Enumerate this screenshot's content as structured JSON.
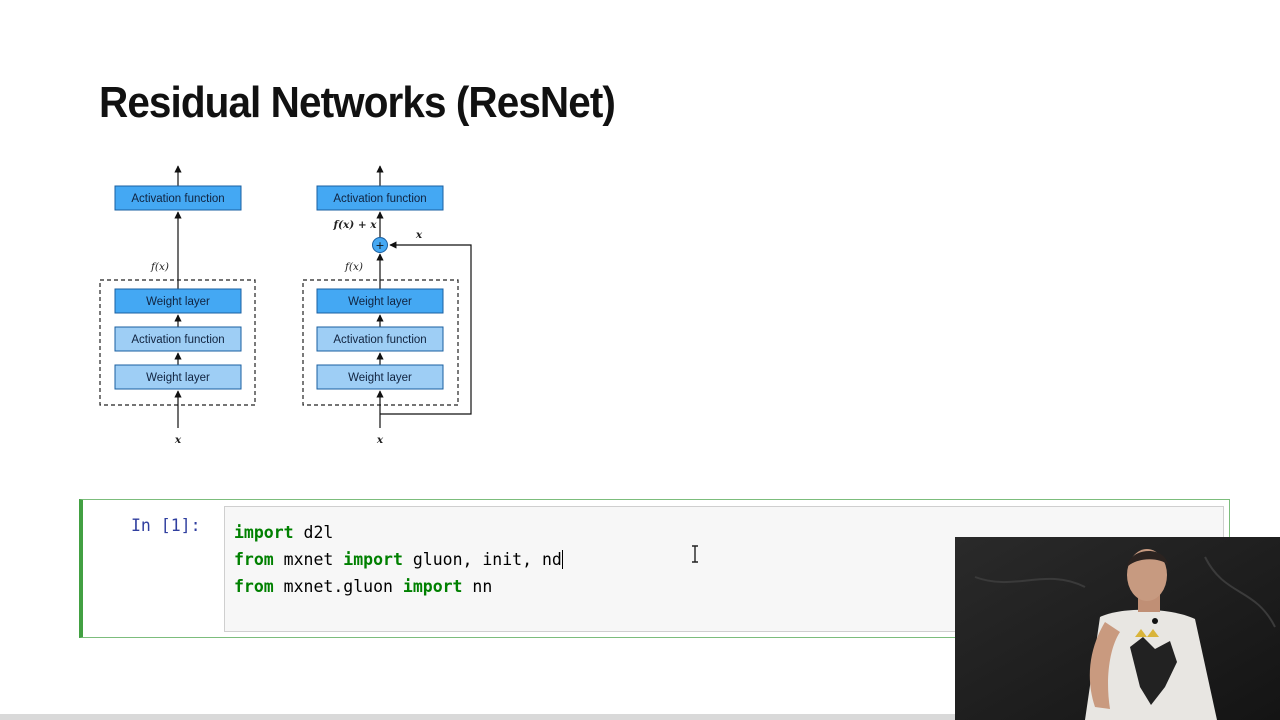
{
  "slide": {
    "title": "Residual Networks (ResNet)"
  },
  "diagram": {
    "activation_label": "Activation function",
    "weight_label": "Weight layer",
    "fx_label": "f(x)",
    "fx_plus_x_label": "f(x) + x",
    "x_label": "x",
    "plus_symbol": "+"
  },
  "colors": {
    "box_dark": "#44a8f3",
    "box_light": "#9ecef5",
    "box_border": "#1a5fa0",
    "cell_border": "#42a042",
    "keyword": "#008000",
    "prompt": "#303f9f"
  },
  "notebook": {
    "prompt": "In [1]:",
    "code_lines": [
      {
        "keyword1": "import",
        "text1": " d2l",
        "keyword2": "",
        "text2": ""
      },
      {
        "keyword1": "from",
        "text1": " mxnet ",
        "keyword2": "import",
        "text2": " gluon, init, nd"
      },
      {
        "keyword1": "from",
        "text1": " mxnet.gluon ",
        "keyword2": "import",
        "text2": " nn"
      }
    ]
  },
  "icons": {
    "text_cursor": "i-beam-cursor-icon"
  }
}
